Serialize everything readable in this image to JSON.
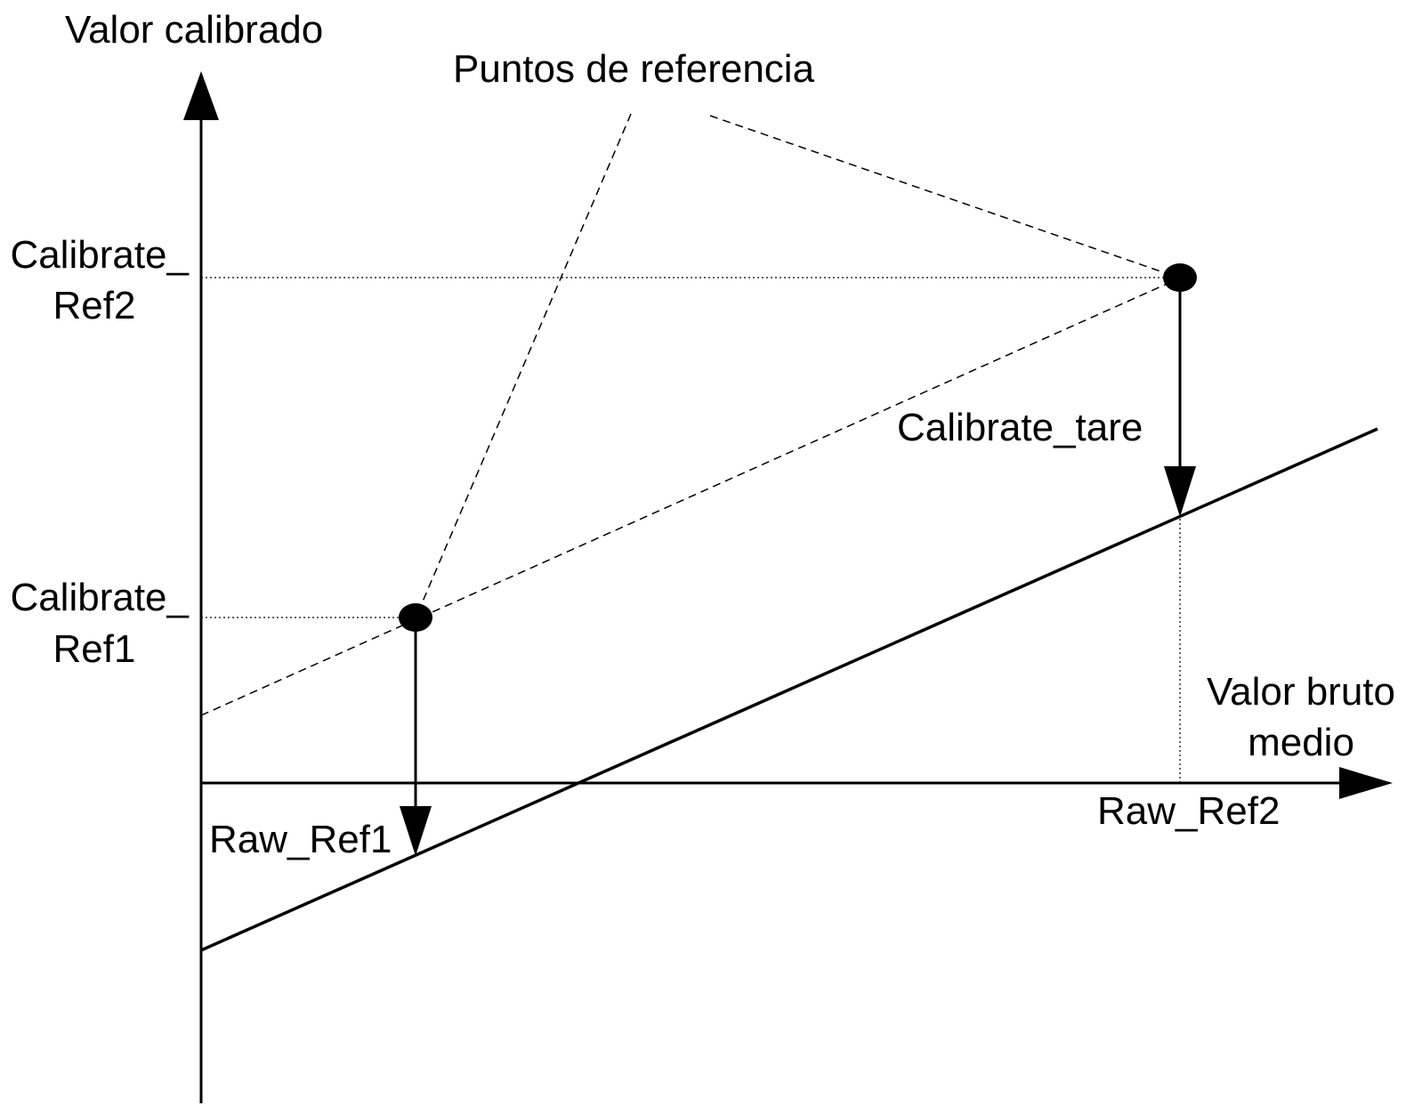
{
  "axes": {
    "y_label": "Valor calibrado",
    "x_label_line1": "Valor bruto",
    "x_label_line2": "medio"
  },
  "annotations": {
    "reference_points": "Puntos de referencia",
    "calibrate_ref2_line1": "Calibrate_",
    "calibrate_ref2_line2": "Ref2",
    "calibrate_ref1_line1": "Calibrate_",
    "calibrate_ref1_line2": "Ref1",
    "calibrate_tare": "Calibrate_tare",
    "raw_ref1": "Raw_Ref1",
    "raw_ref2": "Raw_Ref2"
  },
  "colors": {
    "ink": "#000000",
    "background": "#ffffff"
  }
}
